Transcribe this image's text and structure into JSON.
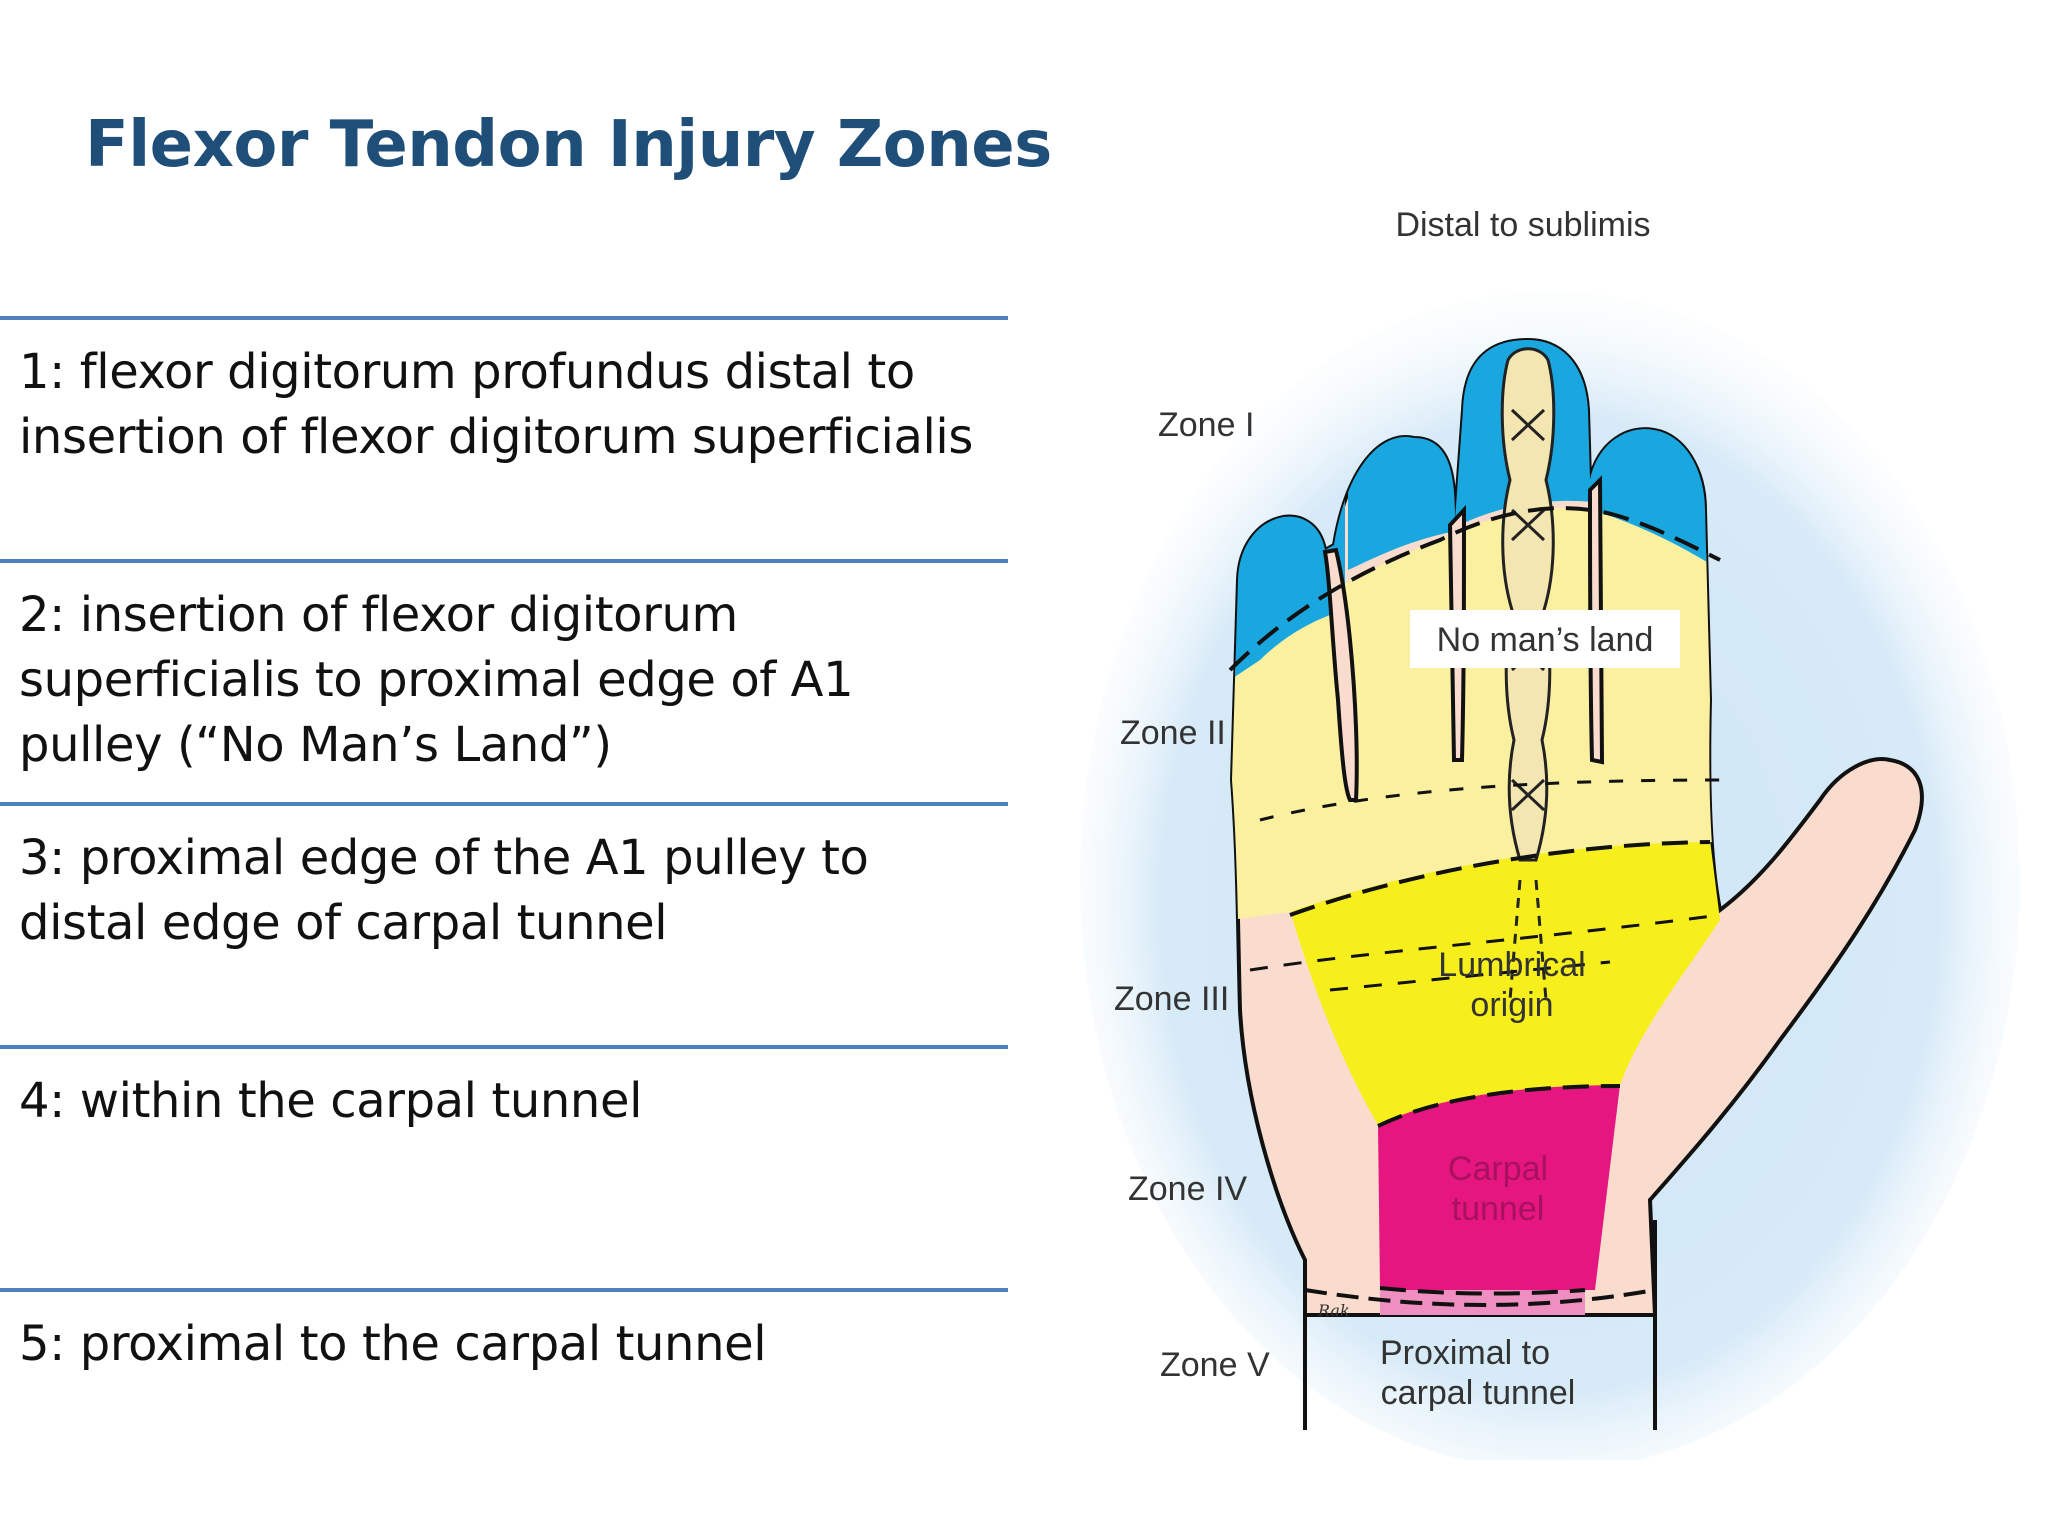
{
  "title": "Flexor Tendon Injury Zones",
  "zones": [
    {
      "text": "1: flexor digitorum profundus distal to insertion of flexor digitorum superficialis"
    },
    {
      "text": "2: insertion of flexor digitorum superficialis to proximal edge of A1 pulley (“No Man’s Land”)"
    },
    {
      "text": "3: proximal edge of the A1 pulley to distal edge of carpal tunnel"
    },
    {
      "text": "4: within the carpal tunnel"
    },
    {
      "text": "5: proximal to the carpal tunnel"
    }
  ],
  "diagram": {
    "zone_labels": [
      "Zone I",
      "Zone II",
      "Zone III",
      "Zone IV",
      "Zone V"
    ],
    "region_labels": {
      "distal": "Distal to sublimis",
      "no_mans_land": "No man’s land",
      "lumbrical_1": "Lumbrical",
      "lumbrical_2": "origin",
      "carpal_1": "Carpal",
      "carpal_2": "tunnel",
      "proximal_1": "Proximal to",
      "proximal_2": "carpal tunnel"
    },
    "signature": "Rak",
    "colors": {
      "zone1": "#1aa7e0",
      "zone2": "#fbf0a0",
      "zone3": "#f7ef1c",
      "zone4": "#e5167f",
      "zone5": "#ef8ec0",
      "skin": "#f9dccd",
      "halo": "#cfe6f6",
      "title": "#1f4e79",
      "rule": "#4f81bd"
    }
  }
}
